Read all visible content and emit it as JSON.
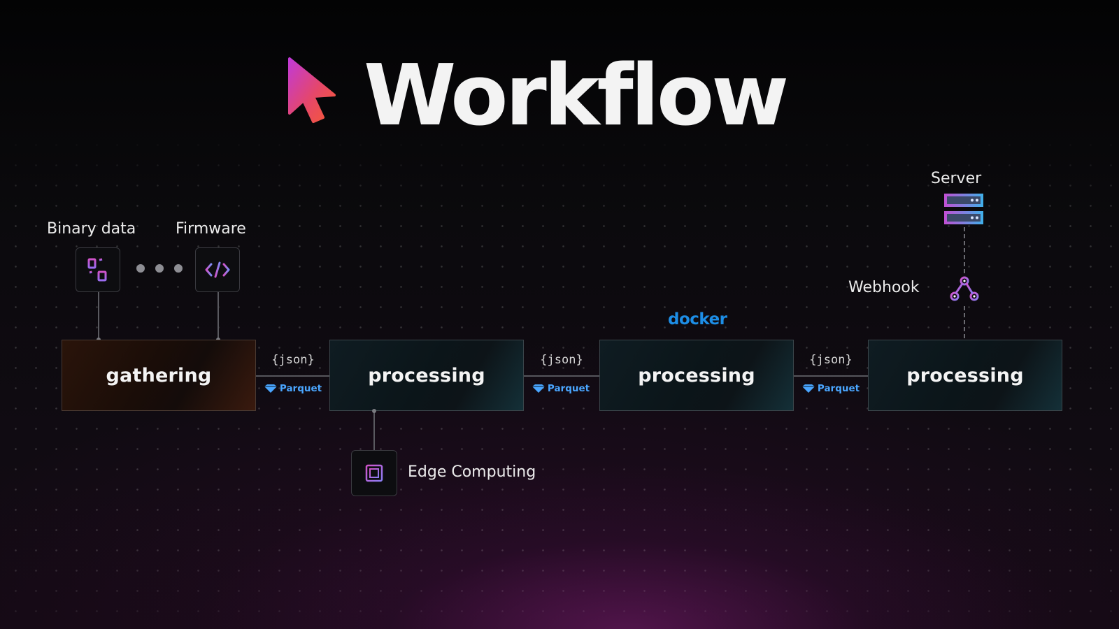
{
  "title": "Workflow",
  "inputs": {
    "binary_label": "Binary data",
    "firmware_label": "Firmware"
  },
  "stages": [
    {
      "label": "gathering"
    },
    {
      "label": "processing"
    },
    {
      "label": "processing"
    },
    {
      "label": "processing"
    }
  ],
  "connectors": [
    {
      "format": "{json}",
      "storage": "Parquet"
    },
    {
      "format": "{json}",
      "storage": "Parquet"
    },
    {
      "format": "{json}",
      "storage": "Parquet"
    }
  ],
  "docker_label": "docker",
  "edge_label": "Edge Computing",
  "webhook_label": "Webhook",
  "server_label": "Server",
  "colors": {
    "accent_magenta": "#c03fd0",
    "accent_orange": "#f2553a",
    "docker_blue": "#1d8ee6",
    "parquet_blue": "#4aa6ff",
    "server_blue": "#3fb0ea"
  }
}
